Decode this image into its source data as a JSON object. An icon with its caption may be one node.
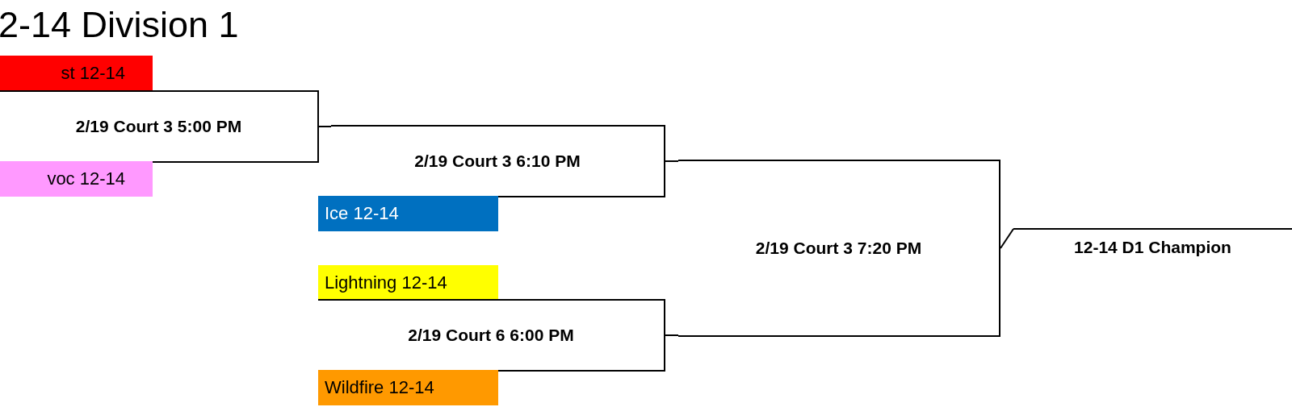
{
  "diagram": {
    "title": "2-14 Division 1",
    "nodes": [
      {
        "text": [
          "st 12-14"
        ]
      },
      {
        "text": [
          "2/19 Court 3 5:00 PM"
        ]
      },
      {
        "text": [
          "voc 12-14"
        ]
      },
      {
        "text": [
          "2/19 Court 3 6:10 PM"
        ]
      },
      {
        "text": [
          "Ice 12-14"
        ]
      },
      {
        "text": [
          "Lightning 12-14"
        ]
      },
      {
        "text": [
          "2/19 Court 6 6:00 PM"
        ]
      },
      {
        "text": [
          "Wildfire 12-14"
        ]
      },
      {
        "text": [
          "2/19 Court 3 7:20 PM"
        ]
      },
      {
        "text": [
          "12-14 D1 Champion"
        ]
      }
    ],
    "edges": [
      {
        "from": 1,
        "to": 3,
        "arrow": "none"
      },
      {
        "from": 3,
        "to": 8,
        "arrow": "none"
      },
      {
        "from": 6,
        "to": 8,
        "arrow": "none"
      },
      {
        "from": 8,
        "to": 9,
        "arrow": "none"
      }
    ]
  }
}
